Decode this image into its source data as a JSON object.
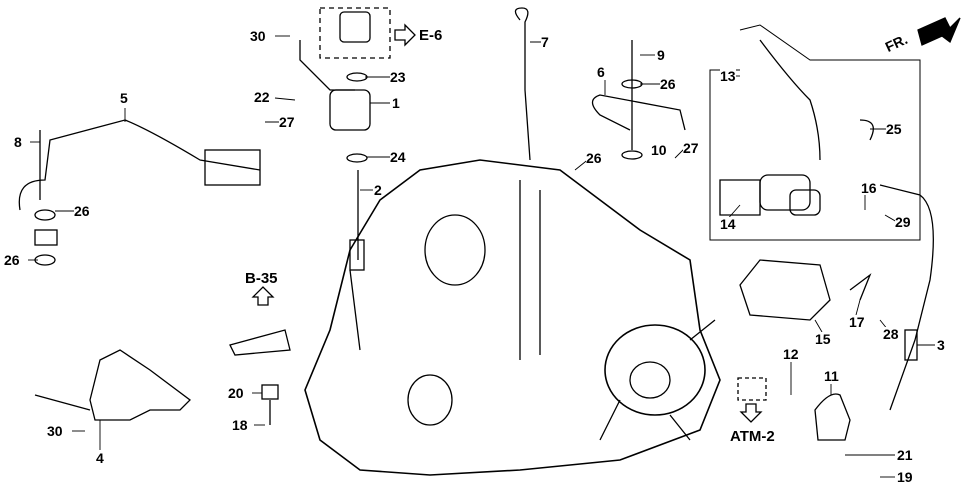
{
  "callouts": [
    "30",
    "7",
    "9",
    "13",
    "23",
    "6",
    "26",
    "5",
    "22",
    "1",
    "27",
    "25",
    "8",
    "24",
    "26",
    "10",
    "27",
    "2",
    "16",
    "26",
    "14",
    "29",
    "26",
    "17",
    "28",
    "15",
    "3",
    "12",
    "11",
    "20",
    "18",
    "30",
    "4",
    "21",
    "19"
  ],
  "references": {
    "e6": "E-6",
    "b35": "B-35",
    "atm2": "ATM-2"
  },
  "front_indicator": "FR.",
  "colors": {
    "line": "#000000",
    "background": "#ffffff"
  }
}
